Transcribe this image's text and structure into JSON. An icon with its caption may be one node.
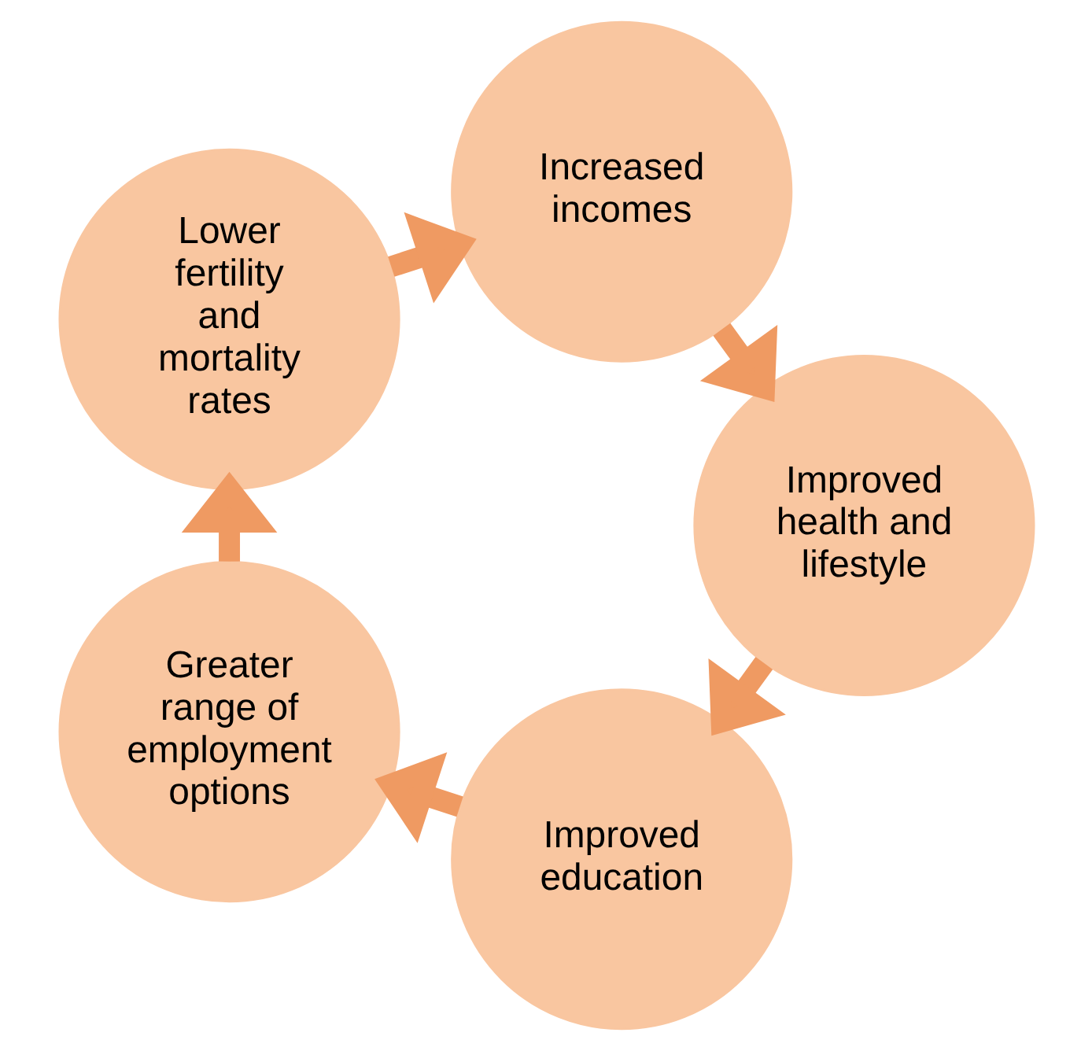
{
  "diagram": {
    "nodes": [
      {
        "text": [
          "Improved education"
        ]
      },
      {
        "text": [
          "Greater range of employment options"
        ]
      },
      {
        "text": [
          "Lower fertility and mortality rates"
        ]
      },
      {
        "text": [
          "Increased incomes"
        ]
      },
      {
        "text": [
          "Improved health and lifestyle"
        ]
      }
    ],
    "edges": [
      {
        "from": 0,
        "to": 1,
        "arrow": "to"
      },
      {
        "from": 1,
        "to": 2,
        "arrow": "to"
      },
      {
        "from": 2,
        "to": 3,
        "arrow": "to"
      },
      {
        "from": 3,
        "to": 4,
        "arrow": "to"
      },
      {
        "from": 4,
        "to": 0,
        "arrow": "to"
      }
    ]
  }
}
